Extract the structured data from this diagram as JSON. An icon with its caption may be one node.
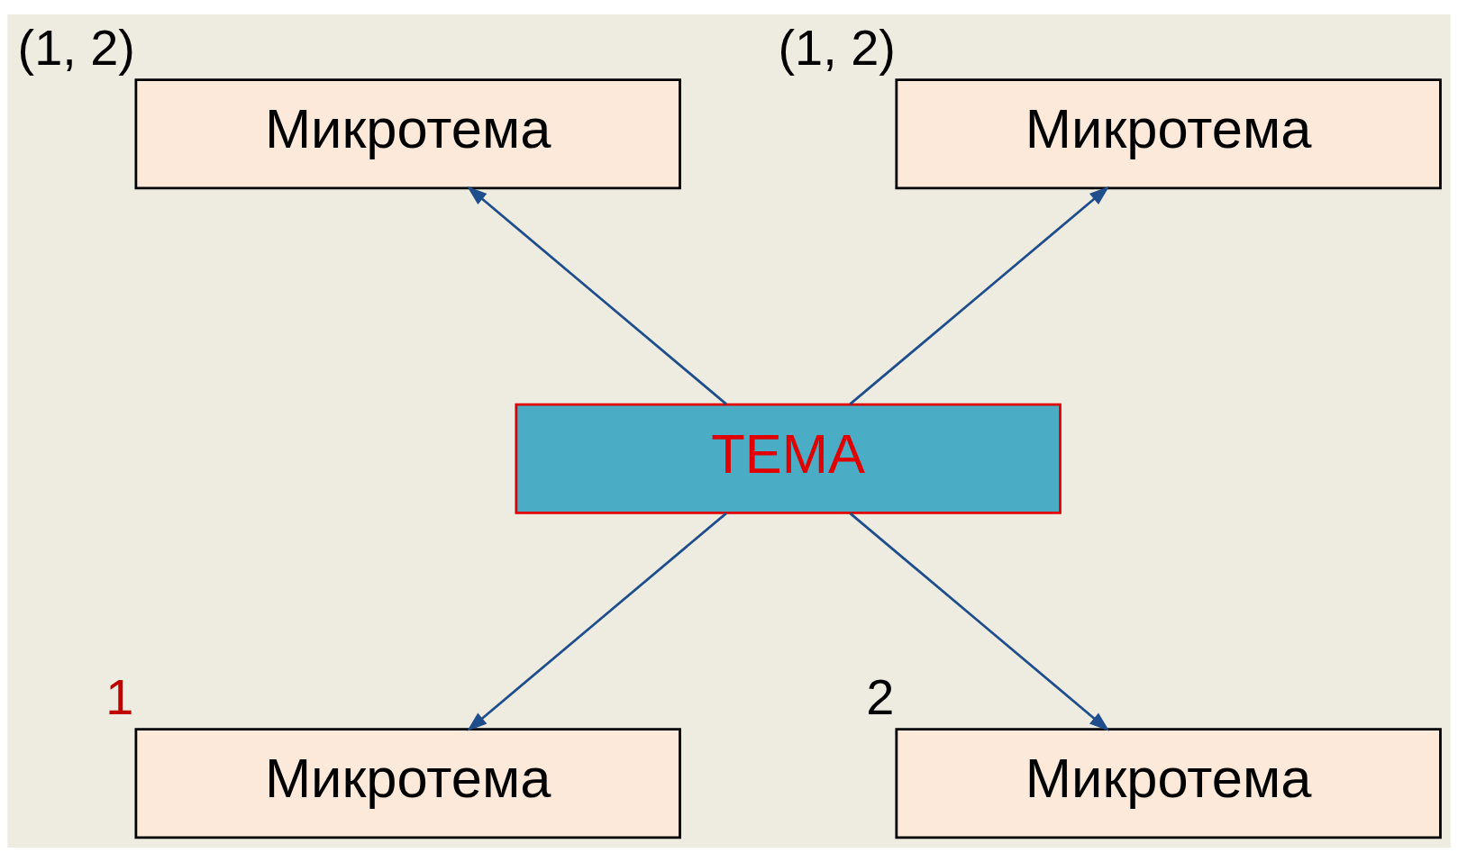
{
  "diagram": {
    "nodes": [
      {
        "text": [
          "ТЕМА"
        ]
      },
      {
        "text": [
          "Микротема"
        ],
        "beside": [
          "(1, 2)"
        ]
      },
      {
        "text": [
          "Микротема"
        ],
        "beside": [
          "(1, 2)"
        ]
      },
      {
        "text": [
          "Микротема"
        ],
        "beside": [
          "1"
        ]
      },
      {
        "text": [
          "Микротема"
        ],
        "beside": [
          "2"
        ]
      }
    ],
    "edges": [
      {
        "from": 0,
        "to": 1,
        "arrow": "to"
      },
      {
        "from": 0,
        "to": 2,
        "arrow": "to"
      },
      {
        "from": 0,
        "to": 3,
        "arrow": "to"
      },
      {
        "from": 0,
        "to": 4,
        "arrow": "to"
      }
    ]
  }
}
